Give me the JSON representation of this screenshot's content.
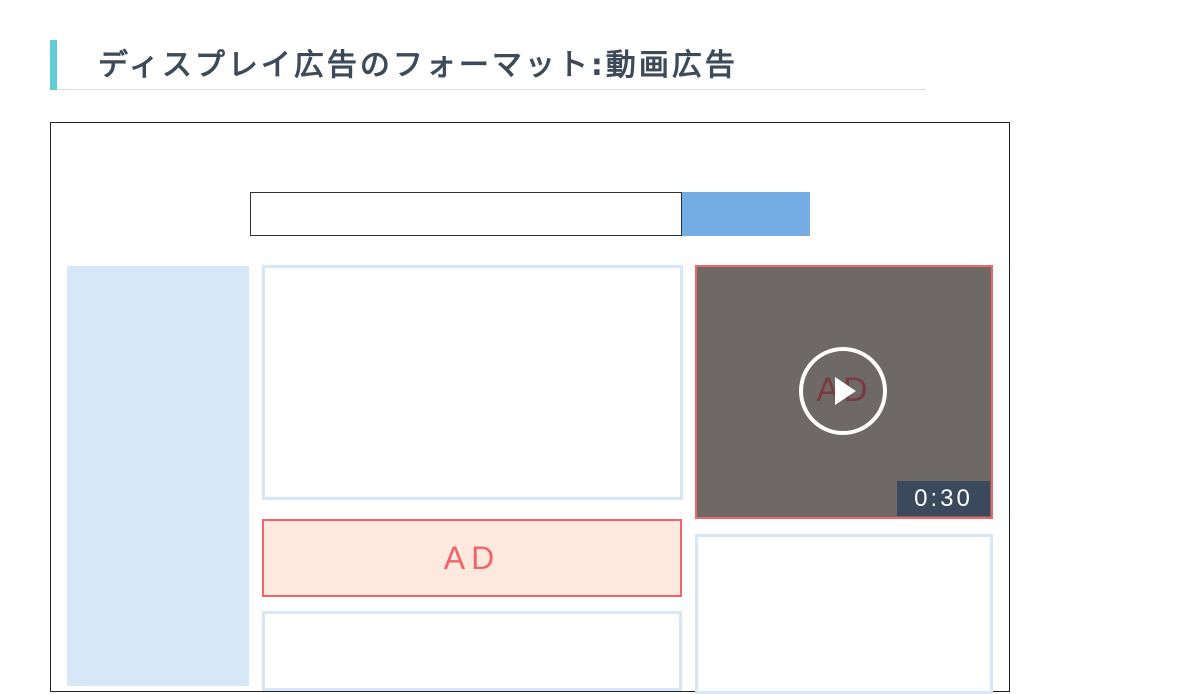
{
  "heading": {
    "title": "ディスプレイ広告のフォーマット:動画広告"
  },
  "mockup": {
    "banner_ad_label": "AD",
    "video_ad": {
      "label": "AD",
      "duration": "0:30"
    }
  },
  "colors": {
    "title_accent": "#5fcdd3",
    "title_text": "#3c4a5a",
    "search_button": "#74ade3",
    "placeholder_block": "#d6e7f8",
    "ad_border": "#f2646a",
    "ad_fill": "#fde9de",
    "video_background": "#6e6866",
    "duration_badge": "#3a4a5c"
  }
}
